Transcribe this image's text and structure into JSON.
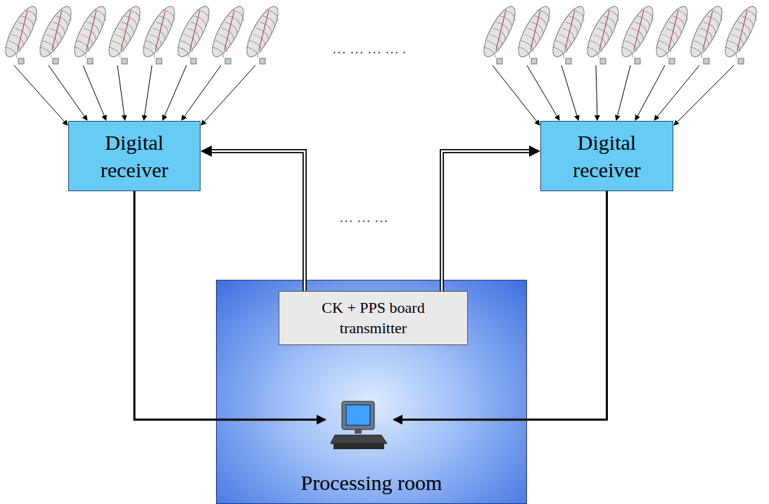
{
  "diagram": {
    "nodes": [
      {
        "text": [
          "Digital receiver"
        ]
      },
      {
        "text": [
          "Digital receiver"
        ]
      },
      {
        "text": [
          "Processing room"
        ]
      },
      {
        "text": [
          "CK + PPS board transmitter"
        ],
        "in": 2
      }
    ],
    "edges": [
      {
        "from": 3,
        "to": 0,
        "arrow": "to"
      },
      {
        "from": 3,
        "to": 1,
        "arrow": "to"
      },
      {
        "from": 0,
        "to": 2,
        "arrow": "to"
      },
      {
        "from": 1,
        "to": 2,
        "arrow": "to"
      }
    ],
    "labels": [
      "… … … … .",
      "… … …"
    ]
  }
}
